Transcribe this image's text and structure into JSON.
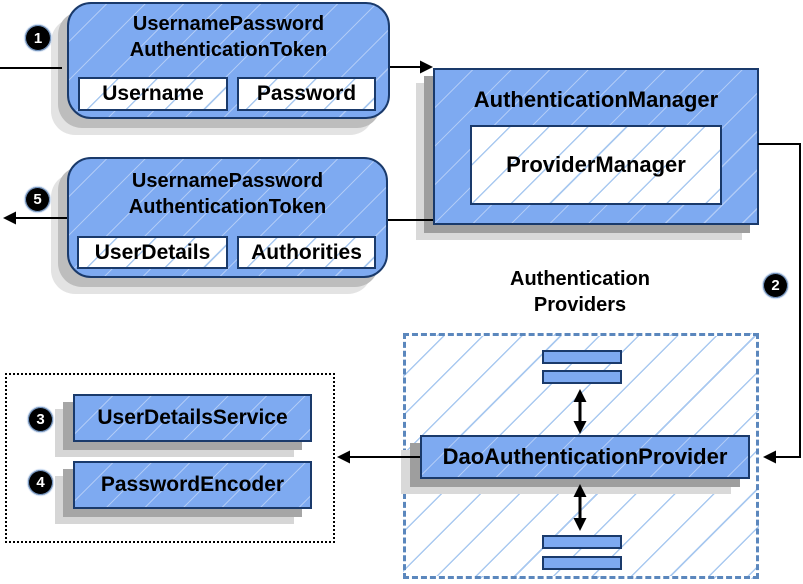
{
  "diagram": {
    "request_token": {
      "title_line1": "UsernamePassword",
      "title_line2": "AuthenticationToken",
      "fields": [
        "Username",
        "Password"
      ]
    },
    "response_token": {
      "title_line1": "UsernamePassword",
      "title_line2": "AuthenticationToken",
      "fields": [
        "UserDetails",
        "Authorities"
      ]
    },
    "authentication_manager": {
      "title": "AuthenticationManager",
      "inner": "ProviderManager"
    },
    "providers_group": {
      "label_line1": "Authentication",
      "label_line2": "Providers",
      "dao_provider": "DaoAuthenticationProvider"
    },
    "services": {
      "user_details_service": "UserDetailsService",
      "password_encoder": "PasswordEncoder"
    },
    "steps": [
      "1",
      "2",
      "3",
      "4",
      "5"
    ]
  },
  "colors": {
    "box_fill": "#7eaaf1",
    "box_border": "#1a3a6b",
    "hatch_blue": "#a9c9f0",
    "dashed_blue": "#5b87bd",
    "shadow_dark": "#9e9e9e",
    "shadow_light": "#d9d9d9",
    "connector": "#000000",
    "badge_bg": "#000000",
    "badge_text": "#ffffff"
  }
}
